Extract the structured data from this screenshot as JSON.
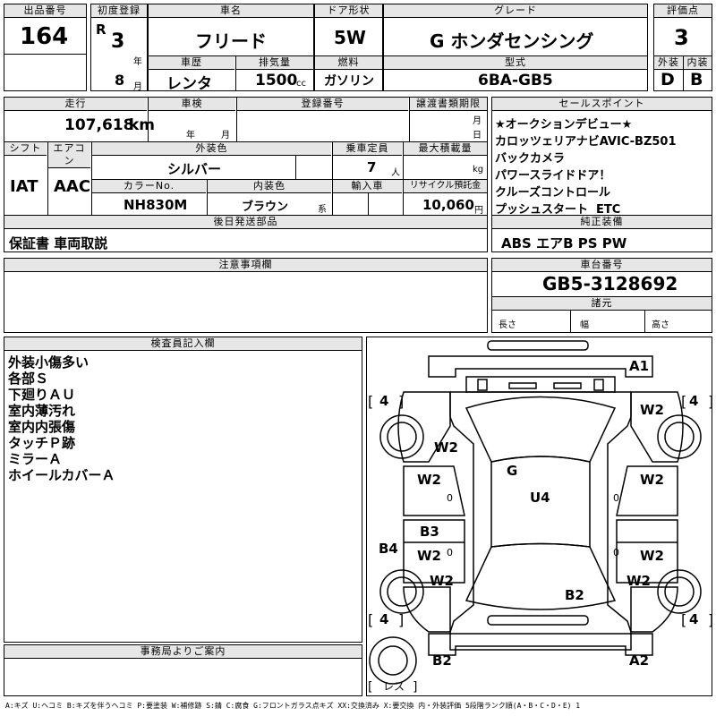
{
  "header": {
    "lot_label": "出品番号",
    "lot_no": "164",
    "first_reg_label": "初度登録",
    "era": "R",
    "year": "3",
    "year_unit": "年",
    "month": "8",
    "month_unit": "月",
    "name_label": "車名",
    "name": "フリード",
    "history_label": "車歴",
    "history": "レンタ",
    "displacement_label": "排気量",
    "displacement": "1500",
    "cc_unit": "cc",
    "door_label": "ドア形状",
    "door": "5W",
    "fuel_label": "燃料",
    "fuel": "ガソリン",
    "grade_label": "グレード",
    "grade": "G ホンダセンシング",
    "model_label": "型式",
    "model": "6BA-GB5",
    "score_label": "評価点",
    "score": "3",
    "ext_label": "外装",
    "ext": "D",
    "int_label": "内装",
    "int": "B"
  },
  "row2": {
    "mileage_label": "走行",
    "mileage": "107,618",
    "km_unit": "km",
    "inspection_label": "車検",
    "year_unit": "年",
    "month_unit": "月",
    "reg_no_label": "登録番号",
    "transfer_label": "譲渡書類期限",
    "transfer_month": "月",
    "transfer_day": "日",
    "shift_label": "シフト",
    "shift": "IAT",
    "ac_label": "エアコン",
    "ac": "AAC",
    "ext_color_label": "外装色",
    "ext_color": "シルバー",
    "capacity_label": "乗車定員",
    "capacity": "7",
    "capacity_unit": "人",
    "load_label": "最大積載量",
    "load_unit": "kg",
    "color_no_label": "カラーNo.",
    "color_no": "NH830M",
    "int_color_label": "内装色",
    "int_color": "ブラウン",
    "int_color_unit": "系",
    "import_label": "輸入車",
    "recycle_label": "リサイクル預託金",
    "recycle": "10,060",
    "yen_unit": "円",
    "later_label": "後日発送部品",
    "later": "保証書 車両取説"
  },
  "sales": {
    "label": "セールスポイント",
    "lines": [
      "★オークションデビュー★",
      "カロッツェリアナビAVIC-BZ501",
      "バックカメラ",
      "パワースライドドア！",
      "クルーズコントロール",
      "プッシュスタート  ETC"
    ]
  },
  "equipment": {
    "label": "純正装備",
    "value": "ABS エアB PS PW"
  },
  "notes": {
    "label": "注意事項欄"
  },
  "chassis": {
    "label": "車台番号",
    "value": "GB5-3128692"
  },
  "specs": {
    "label": "諸元",
    "length": "長さ",
    "width": "幅",
    "height": "高さ"
  },
  "inspector": {
    "label": "検査員記入欄",
    "lines": [
      "外装小傷多い",
      "各部Ｓ",
      "下廻りＡＵ",
      "室内薄汚れ",
      "室内内張傷",
      "タッチＰ跡",
      "ミラーＡ",
      "ホイールカバーＡ"
    ]
  },
  "office": {
    "label": "事務局よりご案内"
  },
  "diagram": {
    "marks": {
      "A1": "A1",
      "W2_front_right": "W2",
      "W2_front_left": "W2",
      "G": "G",
      "W2_door_fl": "W2",
      "W2_door_fr": "W2",
      "U4": "U4",
      "B3": "B3",
      "B4": "B4",
      "W2_door_rl": "W2",
      "W2_door_rr": "W2",
      "W2_rear_left": "W2",
      "W2_rear_right": "W2",
      "B2_rear": "B2",
      "B2_bumper": "B2",
      "A2": "A2"
    },
    "tire_fl": "4",
    "tire_fr": "4",
    "tire_rl": "4",
    "tire_rr": "4",
    "zero": "0",
    "spare": "レス"
  },
  "legend": "A:キズ U:ヘコミ B:キズを伴うヘコミ P:要塗装 W:補修跡 S:錆 C:腐食 G:フロントガラス点キズ XX:交換済み X:要交換 内・外装評価 5段階ランク順(A・B・C・D・E) 1"
}
